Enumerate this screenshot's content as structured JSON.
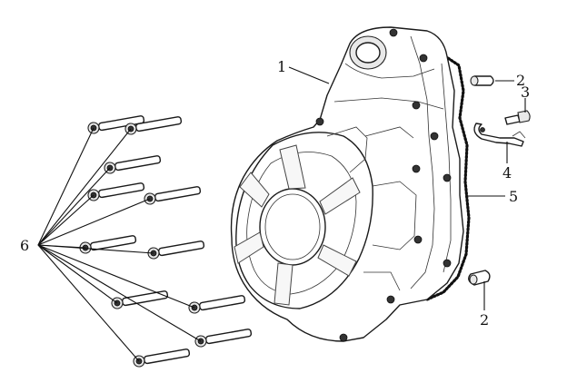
{
  "callouts": {
    "c1": "1",
    "c2a": "2",
    "c3": "3",
    "c4": "4",
    "c5": "5",
    "c2b": "2",
    "c6": "6"
  }
}
